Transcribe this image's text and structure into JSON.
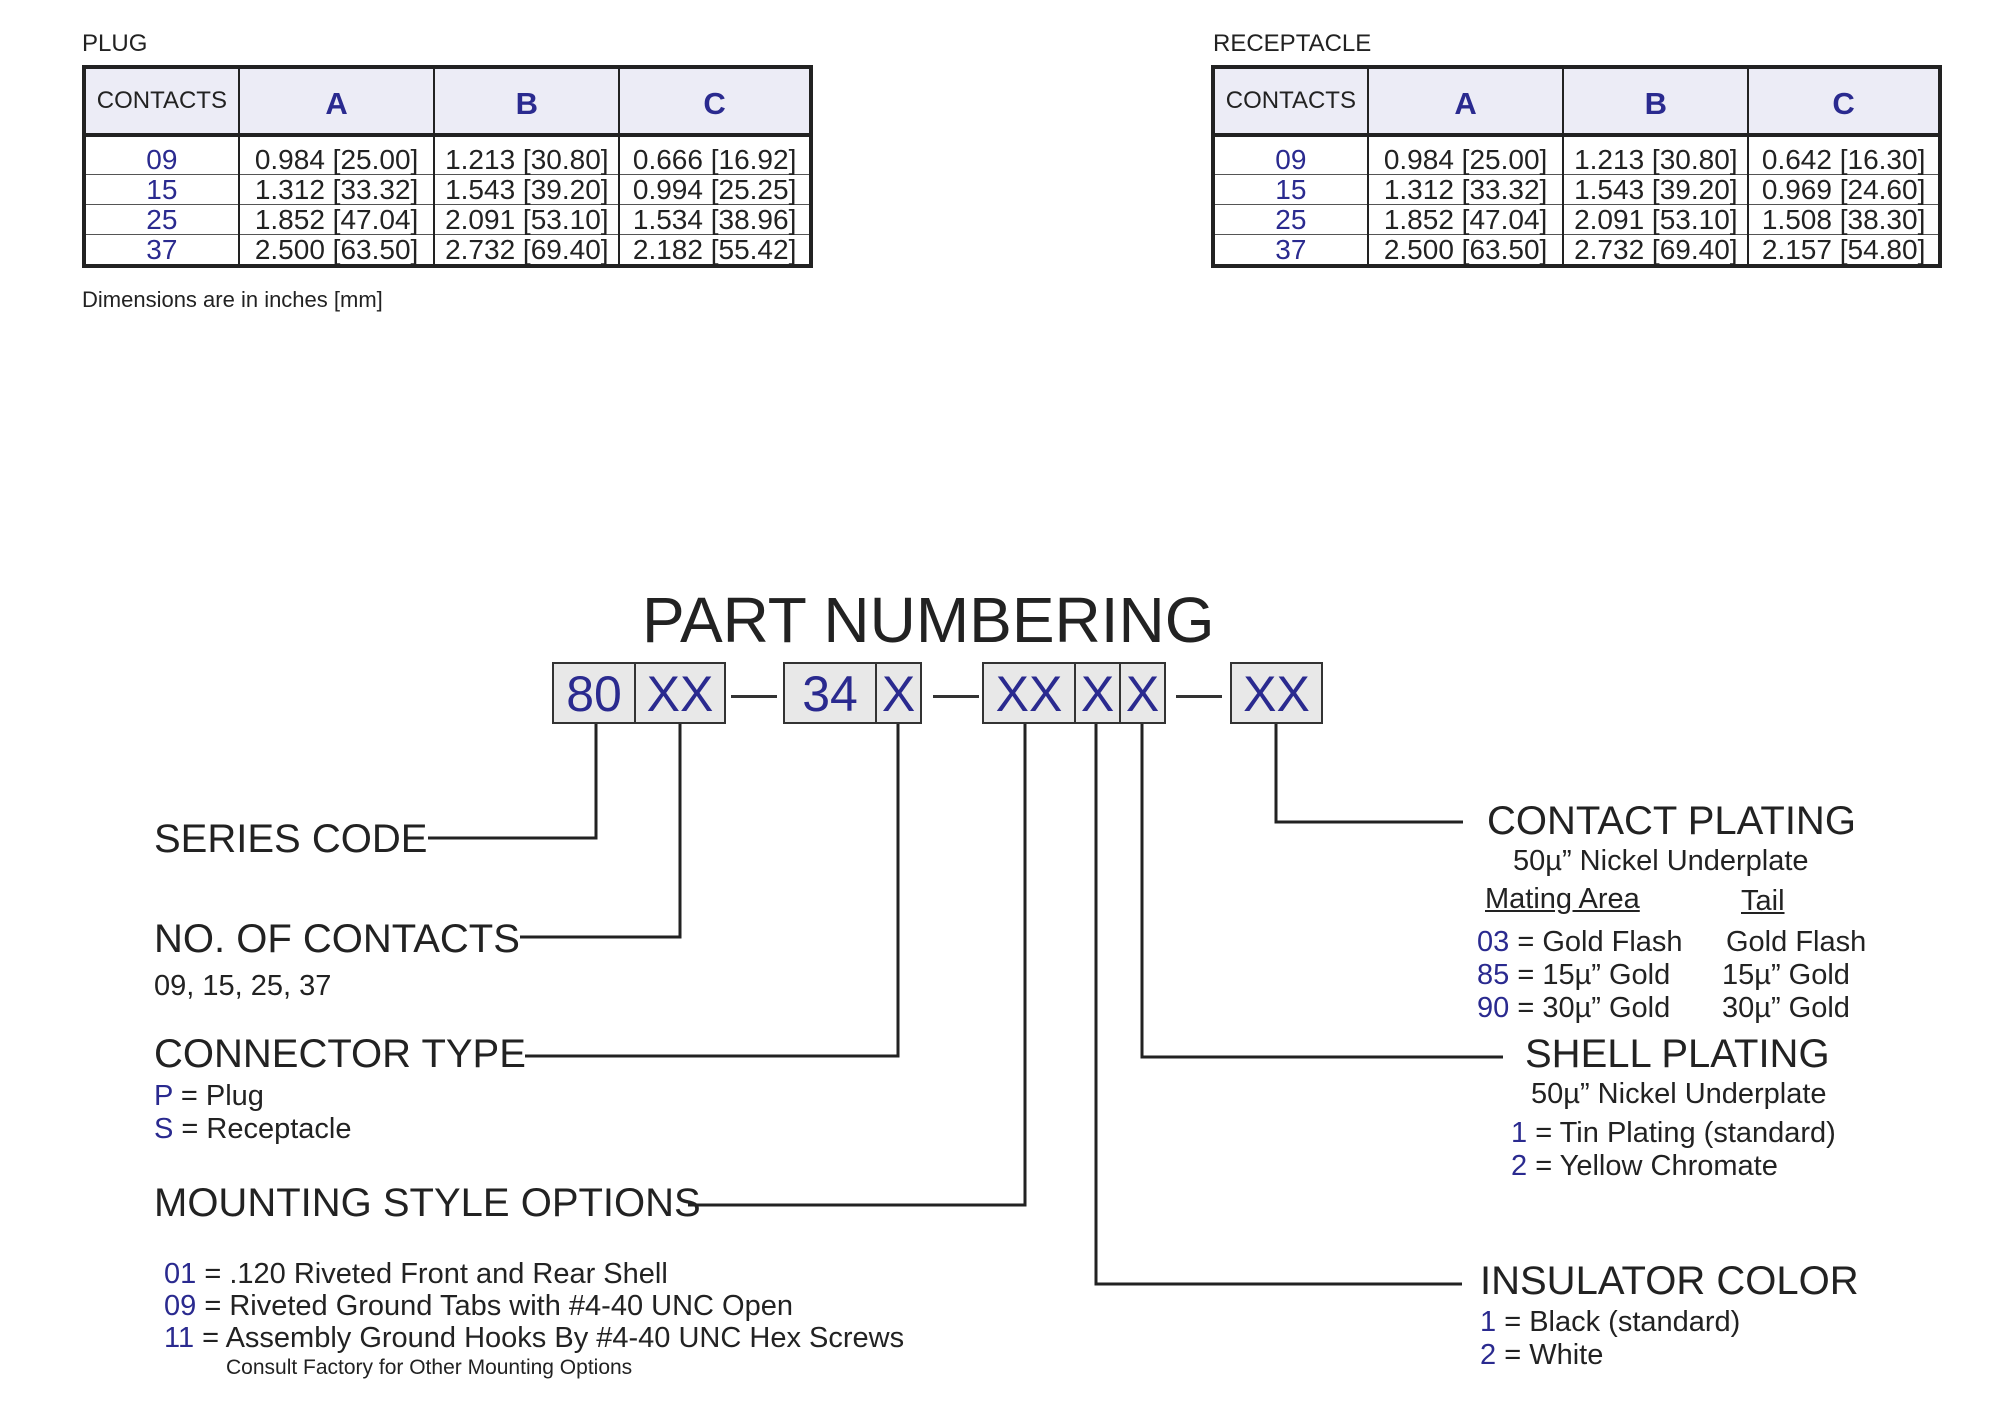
{
  "plug": {
    "caption": "PLUG",
    "headers": [
      "CONTACTS",
      "A",
      "B",
      "C"
    ],
    "rows": [
      [
        "09",
        "0.984 [25.00]",
        "1.213 [30.80]",
        "0.666 [16.92]"
      ],
      [
        "15",
        "1.312 [33.32]",
        "1.543 [39.20]",
        "0.994 [25.25]"
      ],
      [
        "25",
        "1.852 [47.04]",
        "2.091 [53.10]",
        "1.534 [38.96]"
      ],
      [
        "37",
        "2.500 [63.50]",
        "2.732 [69.40]",
        "2.182 [55.42]"
      ]
    ]
  },
  "receptacle": {
    "caption": "RECEPTACLE",
    "headers": [
      "CONTACTS",
      "A",
      "B",
      "C"
    ],
    "rows": [
      [
        "09",
        "0.984 [25.00]",
        "1.213 [30.80]",
        "0.642 [16.30]"
      ],
      [
        "15",
        "1.312 [33.32]",
        "1.543 [39.20]",
        "0.969 [24.60]"
      ],
      [
        "25",
        "1.852 [47.04]",
        "2.091 [53.10]",
        "1.508 [38.30]"
      ],
      [
        "37",
        "2.500 [63.50]",
        "2.732 [69.40]",
        "2.157 [54.80]"
      ]
    ]
  },
  "dimensions_note": "Dimensions are in inches  [mm]",
  "part_numbering": {
    "title": "PART NUMBERING",
    "boxes": [
      "80",
      "XX",
      "34",
      "X",
      "XX",
      "X",
      "X",
      "XX"
    ]
  },
  "series_code": {
    "label": "SERIES CODE"
  },
  "no_of_contacts": {
    "label": "NO. OF CONTACTS",
    "values": "09, 15, 25, 37"
  },
  "connector_type": {
    "label": "CONNECTOR TYPE",
    "options": [
      {
        "code": "P",
        "text": "= Plug"
      },
      {
        "code": "S",
        "text": "= Receptacle"
      }
    ]
  },
  "mounting_style": {
    "label": "MOUNTING STYLE OPTIONS",
    "options": [
      {
        "code": "01",
        "text": "= .120 Riveted Front and Rear Shell"
      },
      {
        "code": "09",
        "text": "= Riveted Ground Tabs with #4-40 UNC Open"
      },
      {
        "code": "11",
        "text": "= Assembly Ground Hooks By #4-40 UNC Hex Screws"
      }
    ],
    "note": "Consult Factory for Other Mounting Options"
  },
  "contact_plating": {
    "label": "CONTACT PLATING",
    "underplate": "50µ” Nickel Underplate",
    "col_mating": "Mating Area",
    "col_tail": "Tail",
    "options": [
      {
        "code": "03",
        "mating": "= Gold Flash",
        "tail": "Gold Flash"
      },
      {
        "code": "85",
        "mating": "= 15µ” Gold",
        "tail": "15µ” Gold"
      },
      {
        "code": "90",
        "mating": "= 30µ” Gold",
        "tail": "30µ” Gold"
      }
    ]
  },
  "shell_plating": {
    "label": "SHELL PLATING",
    "underplate": "50µ” Nickel Underplate",
    "options": [
      {
        "code": "1",
        "text": "= Tin Plating (standard)"
      },
      {
        "code": "2",
        "text": "= Yellow Chromate"
      }
    ]
  },
  "insulator_color": {
    "label": "INSULATOR COLOR",
    "options": [
      {
        "code": "1",
        "text": "= Black (standard)"
      },
      {
        "code": "2",
        "text": "= White"
      }
    ]
  },
  "colors": {
    "code_blue": "#2a2a8f",
    "box_fill": "#e8e8e8",
    "header_fill": "#ececf6",
    "line": "#222222"
  }
}
